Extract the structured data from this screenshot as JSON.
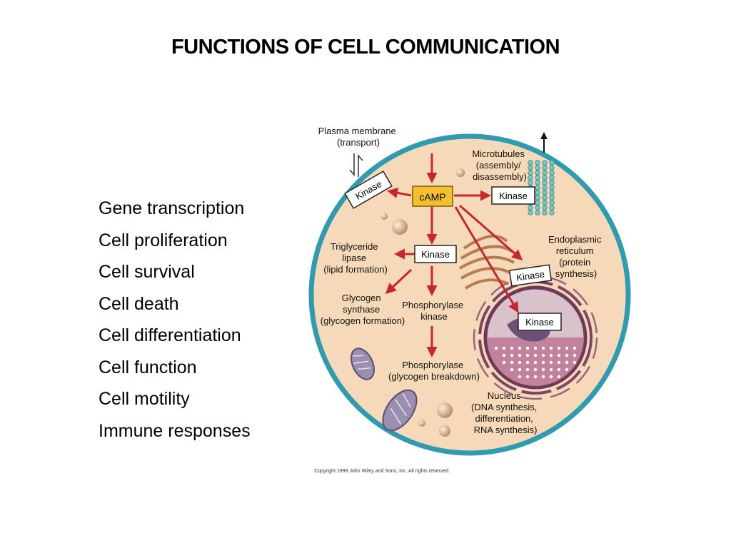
{
  "title": "FUNCTIONS OF CELL COMMUNICATION",
  "functions": [
    "Gene transcription",
    "Cell proliferation",
    "Cell survival",
    "Cell death",
    "Cell differentiation",
    "Cell function",
    "Cell motility",
    "Immune responses"
  ],
  "diagram": {
    "camp": "cAMP",
    "kinase": "Kinase",
    "plasma_membrane": [
      "Plasma membrane",
      "(transport)"
    ],
    "microtubules": [
      "Microtubules",
      "(assembly/",
      "disassembly)"
    ],
    "endoplasmic_reticulum": [
      "Endoplasmic",
      "reticulum",
      "(protein",
      "synthesis)"
    ],
    "triglyceride_lipase": [
      "Triglyceride",
      "lipase",
      "(lipid formation)"
    ],
    "glycogen_synthase": [
      "Glycogen",
      "synthase",
      "(glycogen formation)"
    ],
    "phosphorylase_kinase": [
      "Phosphorylase",
      "kinase"
    ],
    "phosphorylase": [
      "Phosphorylase",
      "(glycogen breakdown)"
    ],
    "nucleus": [
      "Nucleus",
      "(DNA synthesis,",
      "differentiation,",
      "RNA synthesis)"
    ],
    "copyright": "Copyright 1999 John Wiley and Sons, Inc. All rights reserved."
  },
  "colors": {
    "cell_fill": "#f6d9b8",
    "cell_border": "#2e9bb0",
    "arrow": "#c8252c",
    "camp_box": "#f4c030",
    "nucleus_fill": "#c2829b",
    "microtubule": "#7cc7c4"
  }
}
